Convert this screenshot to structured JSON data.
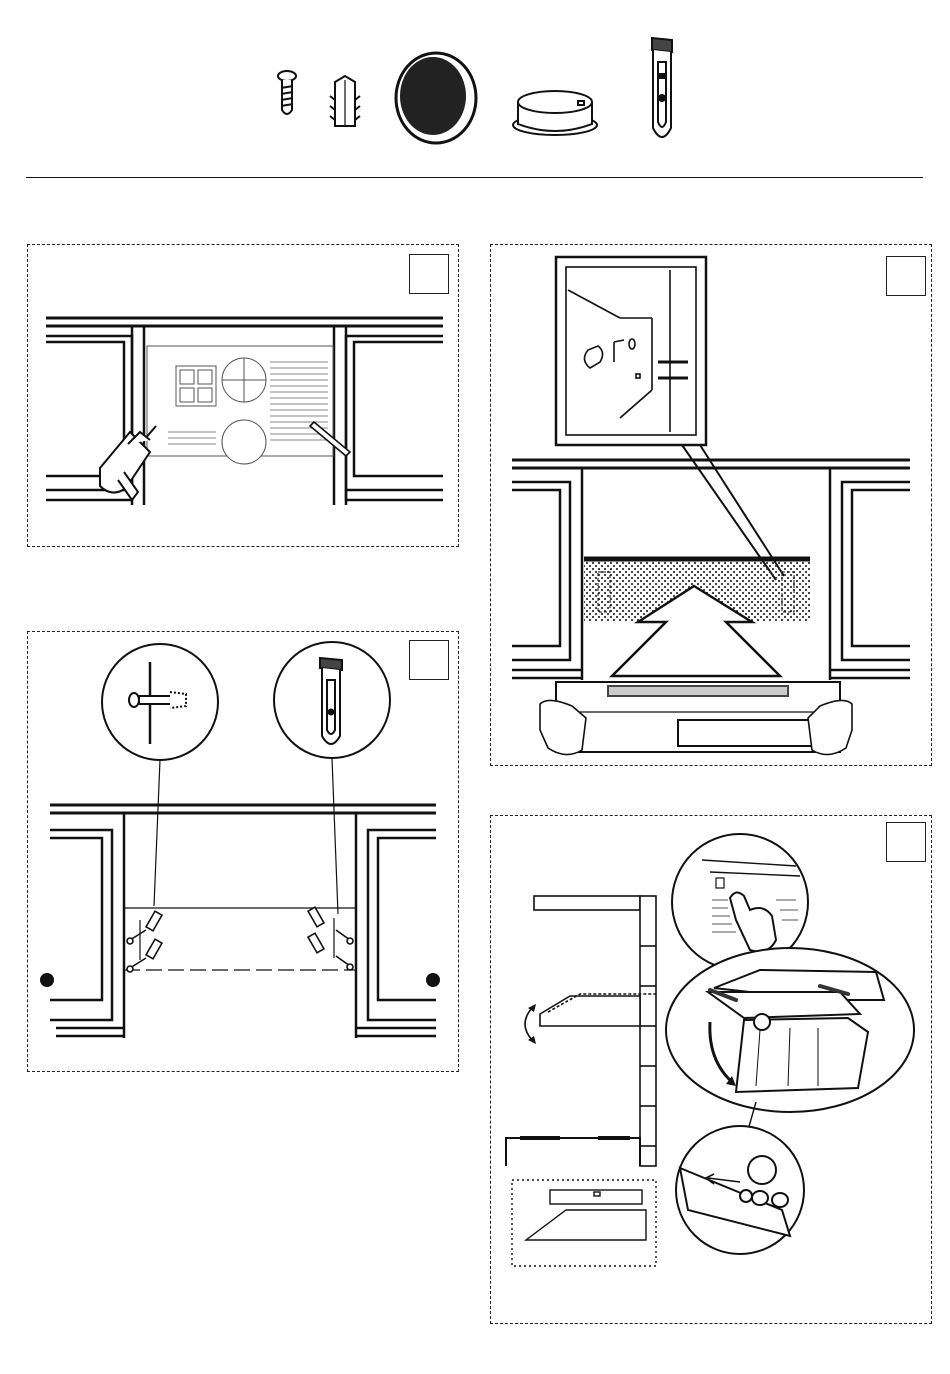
{
  "document": {
    "type": "installation-instructions",
    "accent_color": "#111111",
    "background_color": "#ffffff"
  },
  "parts": [
    {
      "icon": "screw-icon"
    },
    {
      "icon": "wall-plug-icon"
    },
    {
      "icon": "charcoal-filter-disc-icon"
    },
    {
      "icon": "duct-collar-ring-icon"
    },
    {
      "icon": "mounting-bracket-icon"
    }
  ],
  "steps": [
    {
      "id": "step-template",
      "icon": "drill-on-template-icon"
    },
    {
      "id": "step-lift-hood",
      "icon": "hood-lift-onto-screws-icon"
    },
    {
      "id": "step-fix-bracket",
      "icon": "screws-and-bracket-icon"
    },
    {
      "id": "step-open-front",
      "icon": "press-and-open-front-icon"
    }
  ]
}
